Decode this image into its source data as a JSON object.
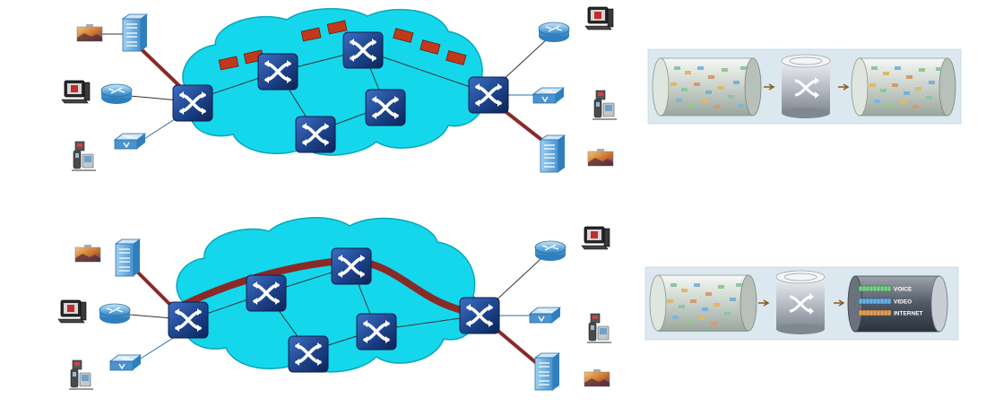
{
  "diagram": {
    "panels": [
      {
        "id": "top",
        "path_type": "packet-bursts"
      },
      {
        "id": "bottom",
        "path_type": "dedicated-circuit"
      }
    ],
    "queue_panels": [
      {
        "id": "top",
        "output_labels": []
      },
      {
        "id": "bottom",
        "output_labels": [
          "VOICE",
          "VIDEO",
          "INTERNET"
        ]
      }
    ]
  },
  "colors": {
    "cloud": "#15d7ec",
    "cloud_stroke": "#0aa6bb",
    "switch": "#1a3f85",
    "circuit": "#8a2a27",
    "packet": "#c0391c",
    "panel_bg": "#dce8f0"
  }
}
